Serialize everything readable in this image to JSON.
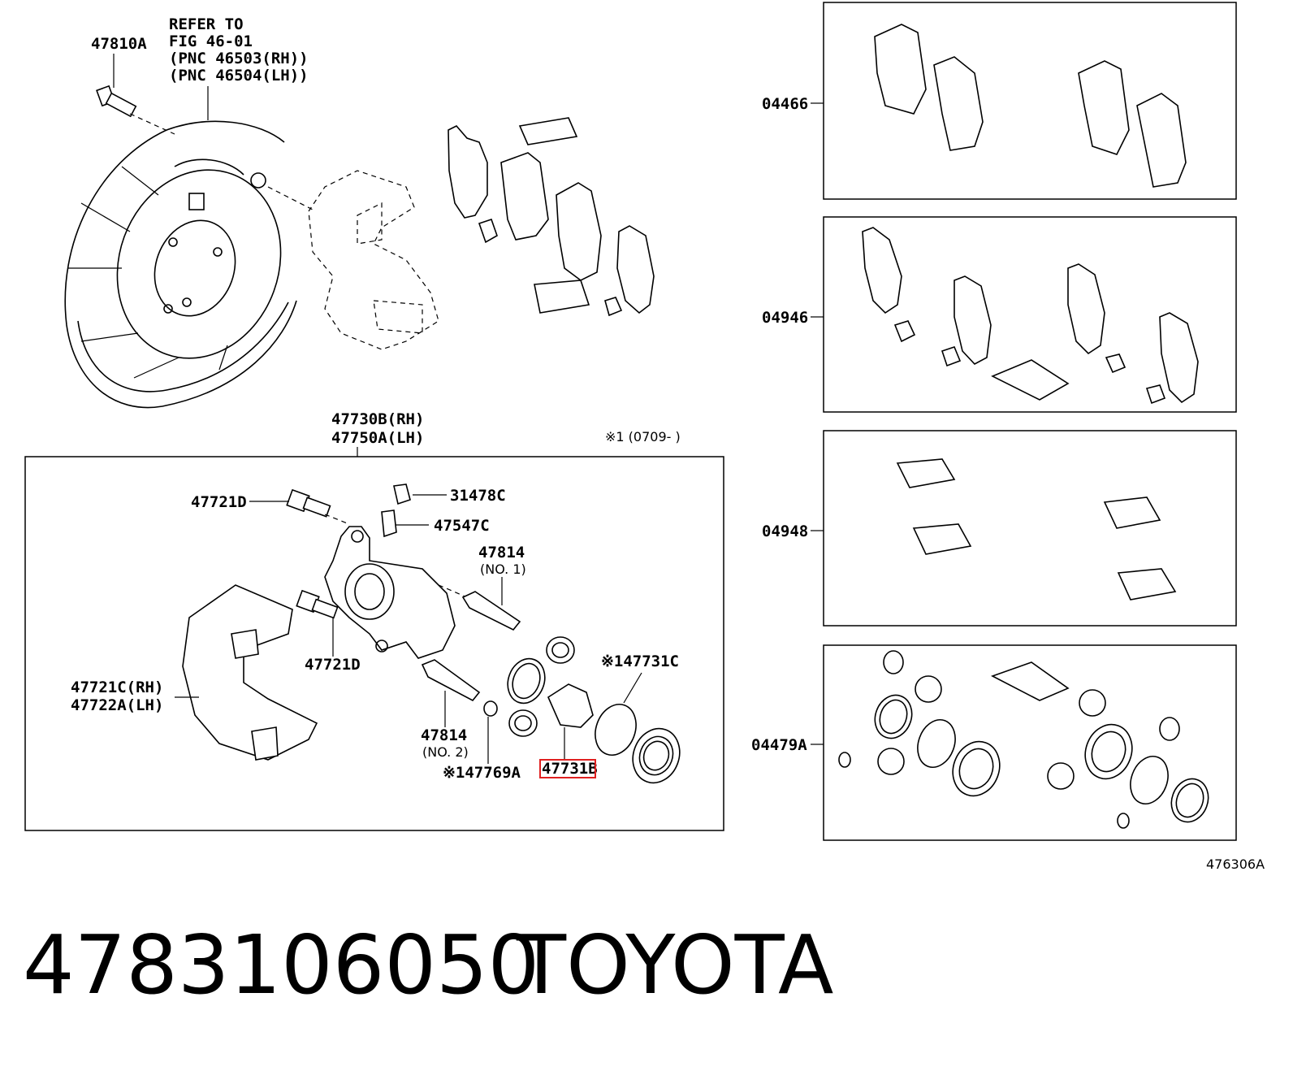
{
  "title": {
    "part_number": "4783106050",
    "brand": "TOYOTA"
  },
  "figure_id": "476306A",
  "note_top": {
    "line1": "REFER TO",
    "line2": "FIG 46-01",
    "line3": "(PNC 46503(RH))",
    "line4": "(PNC 46504(LH))"
  },
  "note_period": "※1 (0709-    )",
  "labels": {
    "l47810A": "47810A",
    "l47730B": "47730B(RH)",
    "l47750A": "47750A(LH)",
    "l47721D_a": "47721D",
    "l47721D_b": "47721D",
    "l31478C": "31478C",
    "l47547C": "47547C",
    "l47814_a": "47814",
    "l47814_a_sub": "(NO. 1)",
    "l47814_b": "47814",
    "l47814_b_sub": "(NO. 2)",
    "l47721C": "47721C(RH)",
    "l47722A": "47722A(LH)",
    "l47731C": "※147731C",
    "l47769A": "※147769A",
    "l47731B": "47731B"
  },
  "kits": [
    {
      "code": "04466"
    },
    {
      "code": "04946"
    },
    {
      "code": "04948"
    },
    {
      "code": "04479A"
    }
  ],
  "highlight_color": "#e02020"
}
